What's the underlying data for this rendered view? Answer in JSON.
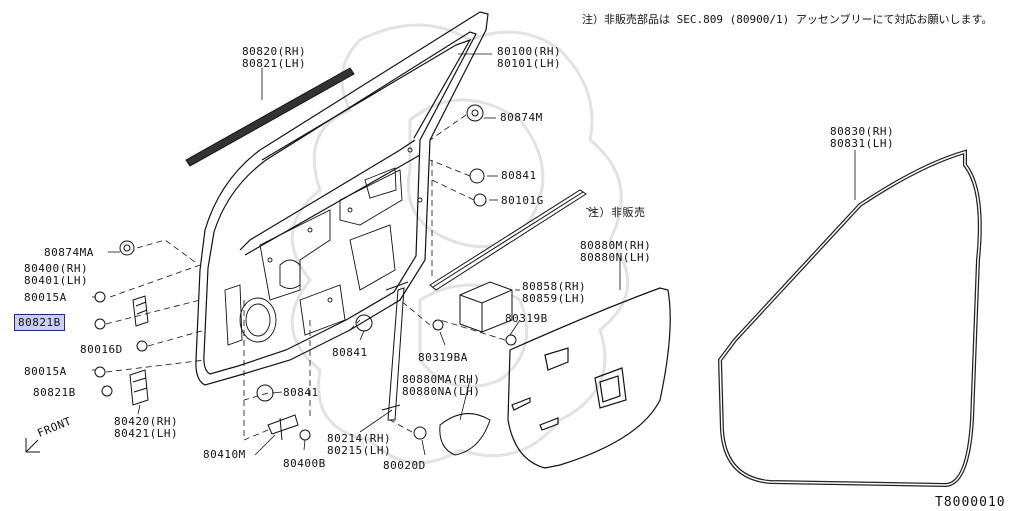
{
  "header_note": "注）非販売部品は SEC.809 (80900/1) アッセンブリーにて対応お願いします。",
  "diagram_code": "T8000010",
  "front_label": "FRONT",
  "highlight_color": "#c9cff3",
  "labels": {
    "p80820": "80820(RH)",
    "p80821": "80821(LH)",
    "p80100": "80100(RH)",
    "p80101": "80101(LH)",
    "p80874M": "80874M",
    "p80841_top": "80841",
    "p80101G": "80101G",
    "non_sale": "注）非販売",
    "p80830": "80830(RH)",
    "p80831": "80831(LH)",
    "p80880M": "80880M(RH)",
    "p80880N": "80880N(LH)",
    "p80858": "80858(RH)",
    "p80859": "80859(LH)",
    "p80319B": "80319B",
    "p80319BA": "80319BA",
    "p80841_mid": "80841",
    "p80880MA": "80880MA(RH)",
    "p80880NA": "80880NA(LH)",
    "p80874MA": "80874MA",
    "p80400": "80400(RH)",
    "p80401": "80401(LH)",
    "p80015A_1": "80015A",
    "p80821B_hl": "80821B",
    "p80016D": "80016D",
    "p80015A_2": "80015A",
    "p80821B_2": "80821B",
    "p80420": "80420(RH)",
    "p80421": "80421(LH)",
    "p80841_bot": "80841",
    "p80410M": "80410M",
    "p80400B": "80400B",
    "p80214": "80214(RH)",
    "p80215": "80215(LH)",
    "p80020D": "80020D"
  }
}
